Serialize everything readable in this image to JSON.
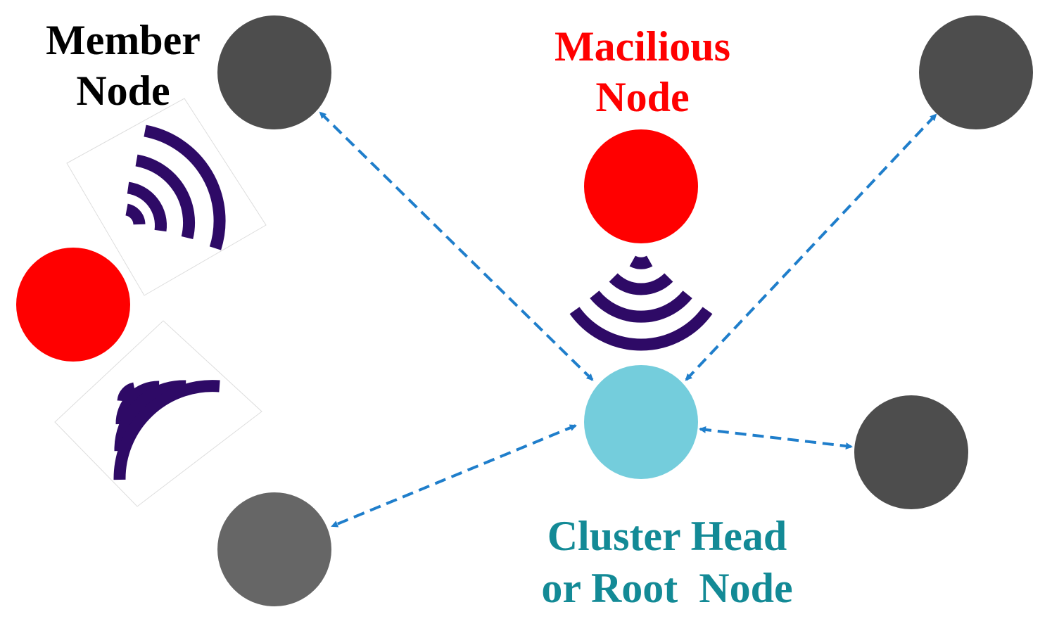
{
  "labels": {
    "member_line1": "Member",
    "member_line2": "Node",
    "malicious_line1": "Macilious",
    "malicious_line2": "Node",
    "cluster_line1": "Cluster Head",
    "cluster_line2": "or Root  Node"
  },
  "colors": {
    "member_node": "#4d4d4d",
    "member_node_light": "#666666",
    "malicious_node": "#ff0000",
    "cluster_head": "#74cddc",
    "cluster_label": "#138a96",
    "member_label": "#000000",
    "malicious_label": "#ff0000",
    "signal": "#2e0a66",
    "arrow": "#1f7ecb"
  },
  "icons": {
    "signal": "wifi-signal-icon"
  }
}
